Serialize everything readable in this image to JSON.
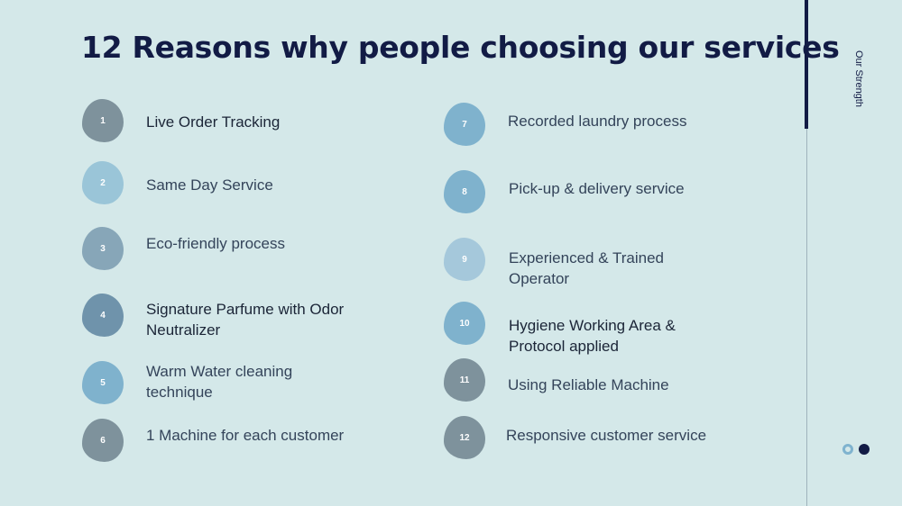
{
  "title": "12 Reasons why people choosing our services",
  "side_label": "Our Strength",
  "reasons": [
    {
      "number": "1",
      "label": "Live Order Tracking"
    },
    {
      "number": "2",
      "label": "Same Day Service"
    },
    {
      "number": "3",
      "label": "Eco-friendly process"
    },
    {
      "number": "4",
      "label": "Signature Parfume with Odor Neutralizer"
    },
    {
      "number": "5",
      "label": "Warm Water cleaning technique"
    },
    {
      "number": "6",
      "label": "1 Machine for each customer"
    },
    {
      "number": "7",
      "label": "Recorded laundry process"
    },
    {
      "number": "8",
      "label": "Pick-up & delivery service"
    },
    {
      "number": "9",
      "label": "Experienced & Trained Operator"
    },
    {
      "number": "10",
      "label": "Hygiene Working Area & Protocol applied"
    },
    {
      "number": "11",
      "label": "Using Reliable Machine"
    },
    {
      "number": "12",
      "label": "Responsive customer service"
    }
  ],
  "colors": {
    "background": "#d4e8e9",
    "title": "#121b45",
    "accent_dark": "#121b45",
    "accent_light": "#7fb3cf"
  },
  "pagination": {
    "total_dots": 2,
    "active_dot": 2
  }
}
